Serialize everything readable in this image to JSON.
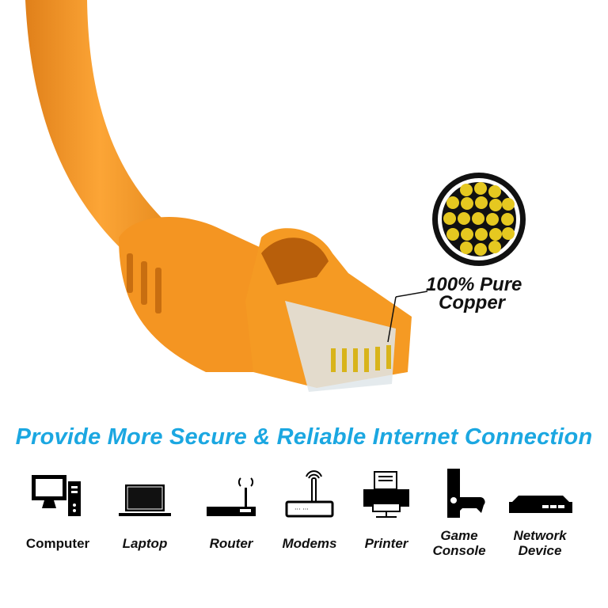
{
  "feature": {
    "line1": "100% Pure",
    "line2": "Copper"
  },
  "headline": "Provide More Secure & Reliable Internet Connection",
  "devices": [
    {
      "label": "Computer",
      "icon": "computer-icon"
    },
    {
      "label": "Laptop",
      "icon": "laptop-icon"
    },
    {
      "label": "Router",
      "icon": "router-icon"
    },
    {
      "label": "Modems",
      "icon": "modem-icon"
    },
    {
      "label": "Printer",
      "icon": "printer-icon"
    },
    {
      "label": "Game",
      "label2": "Console",
      "icon": "game-console-icon"
    },
    {
      "label": "Network",
      "label2": "Device",
      "icon": "network-device-icon"
    }
  ],
  "colors": {
    "cable": "#f59a23",
    "accent": "#1ba7e1",
    "copper": "#e5c820"
  }
}
